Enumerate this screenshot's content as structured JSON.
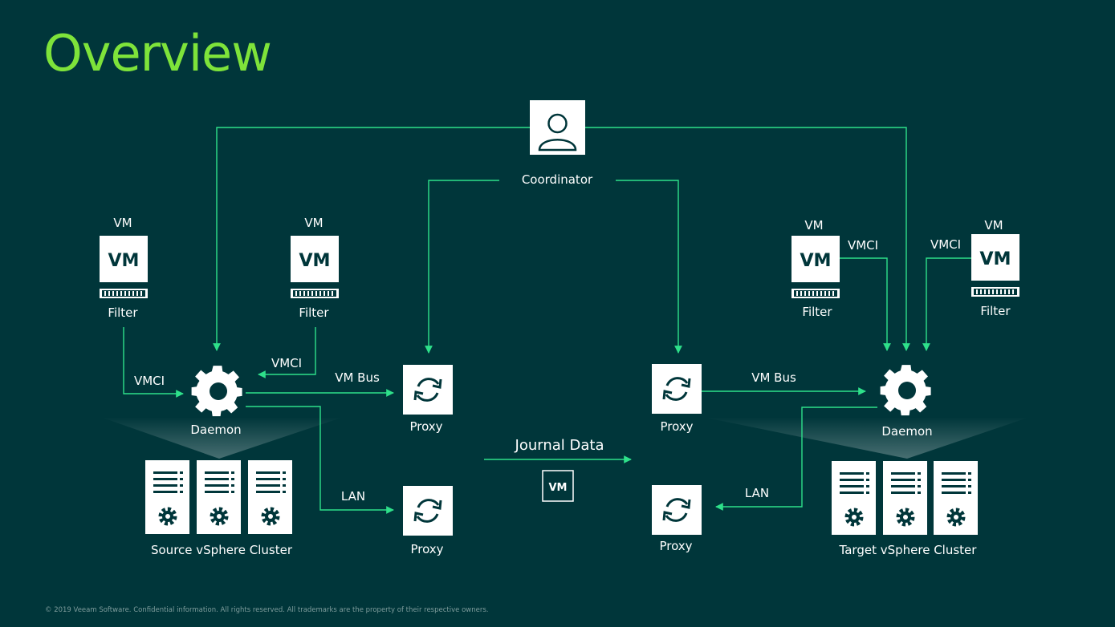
{
  "slide": {
    "title": "Overview",
    "footer": "© 2019 Veeam Software. Confidential information. All rights reserved. All trademarks are the property of their respective owners."
  },
  "colors": {
    "background": "#00363a",
    "title": "#7ee33a",
    "connector": "#2ee08a",
    "box": "#ffffff"
  },
  "nodes": {
    "coordinator": "Coordinator",
    "source": {
      "vm1_label": "VM",
      "vm1_box": "VM",
      "vm1_filter": "Filter",
      "vm2_label": "VM",
      "vm2_box": "VM",
      "vm2_filter": "Filter",
      "daemon": "Daemon",
      "proxy_top": "Proxy",
      "proxy_bottom": "Proxy",
      "cluster": "Source vSphere Cluster"
    },
    "target": {
      "vm1_label": "VM",
      "vm1_box": "VM",
      "vm1_filter": "Filter",
      "vm2_label": "VM",
      "vm2_box": "VM",
      "vm2_filter": "Filter",
      "daemon": "Daemon",
      "proxy_top": "Proxy",
      "proxy_bottom": "Proxy",
      "cluster": "Target vSphere Cluster"
    },
    "journal_vm": "VM"
  },
  "edges": {
    "src_vmci_left": "VMCI",
    "src_vmci_right": "VMCI",
    "src_vm_bus": "VM Bus",
    "src_lan": "LAN",
    "journal_data": "Journal Data",
    "tgt_vm_bus": "VM Bus",
    "tgt_lan": "LAN",
    "tgt_vmci_left": "VMCI",
    "tgt_vmci_right": "VMCI"
  },
  "icons": [
    "user-icon",
    "vm-icon",
    "filter-icon",
    "gear-icon",
    "proxy-sync-icon",
    "server-rack-icon"
  ]
}
